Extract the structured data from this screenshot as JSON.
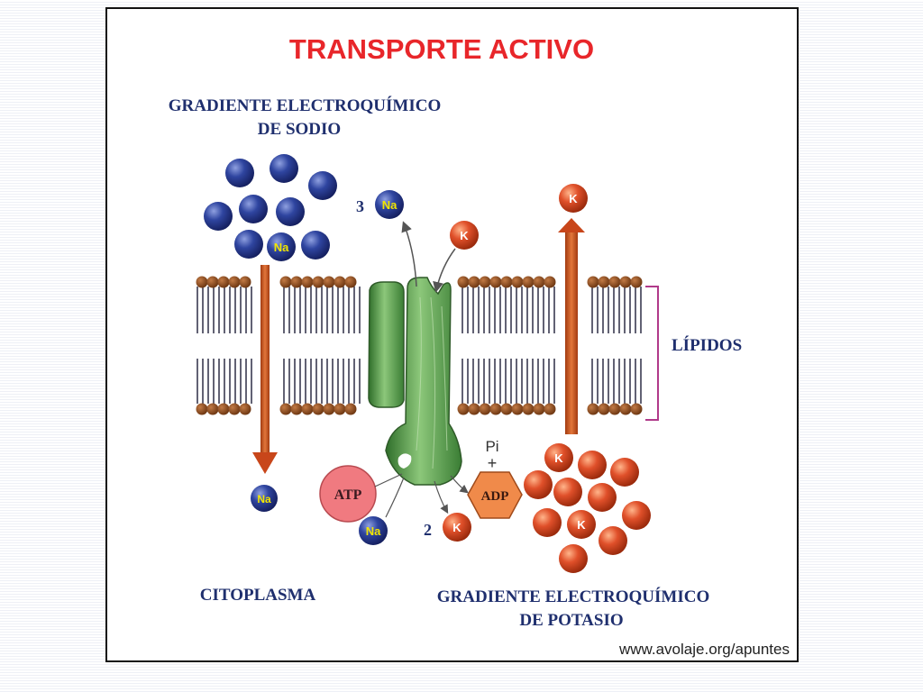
{
  "title": "TRANSPORTE ACTIVO",
  "sodium_gradient": {
    "line1": "GRADIENTE ELECTROQUÍMICO",
    "line2": "DE SODIO"
  },
  "potassium_gradient": {
    "line1": "GRADIENTE ELECTROQUÍMICO",
    "line2": "DE POTASIO"
  },
  "labels": {
    "lipids": "LÍPIDOS",
    "cytoplasm": "CITOPLASMA",
    "atp": "ATP",
    "adp": "ADP",
    "pi": "Pi",
    "plus": "+",
    "count_na_out": "3",
    "count_k_in": "2"
  },
  "ions": {
    "sodium": "Na",
    "potassium": "K"
  },
  "source_url": "www.avolaje.org/apuntes",
  "colors": {
    "title": "#e8262a",
    "heading": "#1f2f6e",
    "sodium": "#2a3d8f",
    "sodium_label": "#f2e600",
    "potassium": "#d9471c",
    "protein": "#4f9a45",
    "lipid_head": "#8a4a1e",
    "arrow": "#d2581c",
    "bracket": "#b03a8a",
    "atp": "#f07a80",
    "adp": "#f08a4a"
  }
}
